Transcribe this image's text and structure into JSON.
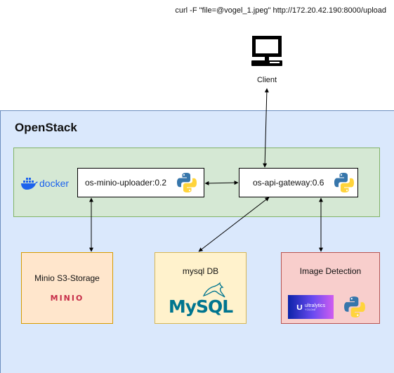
{
  "command": "curl -F \"file=@vogel_1.jpeg\" http://172.20.42.190:8000/upload",
  "client": {
    "label": "Client",
    "icon": "computer-monitor-icon"
  },
  "openstack": {
    "title": "OpenStack"
  },
  "docker": {
    "logo_text": "docker",
    "icon": "docker-whale-icon"
  },
  "services": {
    "uploader": {
      "label": "os-minio-uploader:0.2",
      "icon": "python-icon"
    },
    "gateway": {
      "label": "os-api-gateway:0.6",
      "icon": "python-icon"
    }
  },
  "storage": {
    "minio": {
      "label": "Minio S3-Storage",
      "logo_text": "MINIO"
    },
    "mysql": {
      "label": "mysql DB",
      "logo_text": "MySQL"
    },
    "detection": {
      "label": "Image Detection",
      "logo_text": "ultralytics",
      "logo_subtext": "YOLOv8",
      "icon": "python-icon"
    }
  },
  "colors": {
    "openstack_fill": "#dae8fc",
    "openstack_stroke": "#6c8ebf",
    "docker_fill": "#d5e8d4",
    "docker_stroke": "#82b366",
    "minio_fill": "#ffe6cc",
    "minio_stroke": "#d79b00",
    "mysql_fill": "#fff2cc",
    "mysql_stroke": "#d6b656",
    "detect_fill": "#f8cecc",
    "detect_stroke": "#b85450",
    "docker_blue": "#1d63ed",
    "minio_red": "#c72e49",
    "mysql_blue": "#00758f",
    "python_blue": "#3776ab",
    "python_yellow": "#ffd43b"
  }
}
